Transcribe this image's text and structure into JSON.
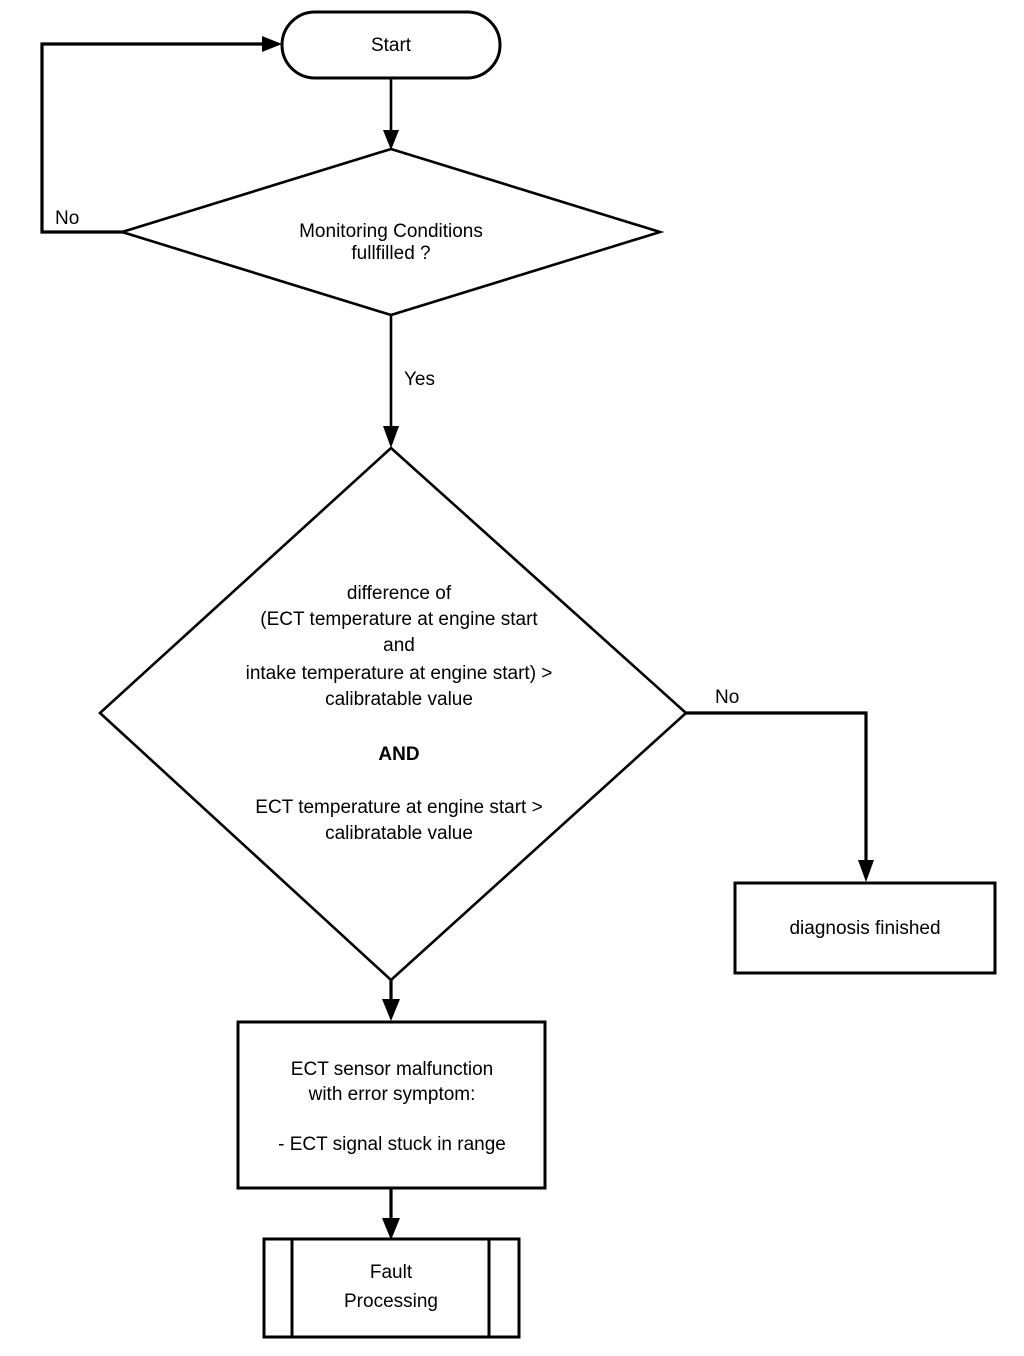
{
  "diagram": {
    "type": "flowchart",
    "title": "ECT sensor stuck-in-range diagnosis flowchart",
    "background_color": "#ffffff",
    "line_color": "#000000",
    "nodes": [
      {
        "id": "start",
        "shape": "stadium",
        "label": "Start"
      },
      {
        "id": "monitoring_conditions",
        "shape": "diamond",
        "line1": "Monitoring  Conditions",
        "line2": "fullfilled ?"
      },
      {
        "id": "condition_check",
        "shape": "diamond",
        "line1": "difference of",
        "line2": "(ECT temperature at engine start",
        "line3": "and",
        "line4": "intake temperature at engine start) >",
        "line5": "calibratable value",
        "line6": "AND",
        "line7": "ECT temperature at engine start >",
        "line8": "calibratable value"
      },
      {
        "id": "diagnosis_finished",
        "shape": "rectangle",
        "label": "diagnosis finished"
      },
      {
        "id": "ect_malfunction",
        "shape": "rectangle",
        "line1": "ECT sensor malfunction",
        "line2": "with error symptom:",
        "line3": "- ECT signal stuck in range"
      },
      {
        "id": "fault_processing",
        "shape": "predefined-process",
        "line1": "Fault",
        "line2": "Processing"
      }
    ],
    "edges": [
      {
        "id": "start-to-monitoring",
        "from": "start",
        "to": "monitoring_conditions",
        "label": ""
      },
      {
        "id": "monitoring-no-loop",
        "from": "monitoring_conditions",
        "to": "start",
        "label": "No"
      },
      {
        "id": "monitoring-yes",
        "from": "monitoring_conditions",
        "to": "condition_check",
        "label": "Yes"
      },
      {
        "id": "condition-no",
        "from": "condition_check",
        "to": "diagnosis_finished",
        "label": "No"
      },
      {
        "id": "condition-yes",
        "from": "condition_check",
        "to": "ect_malfunction",
        "label": ""
      },
      {
        "id": "malfunction-to-fault",
        "from": "ect_malfunction",
        "to": "fault_processing",
        "label": ""
      }
    ]
  }
}
